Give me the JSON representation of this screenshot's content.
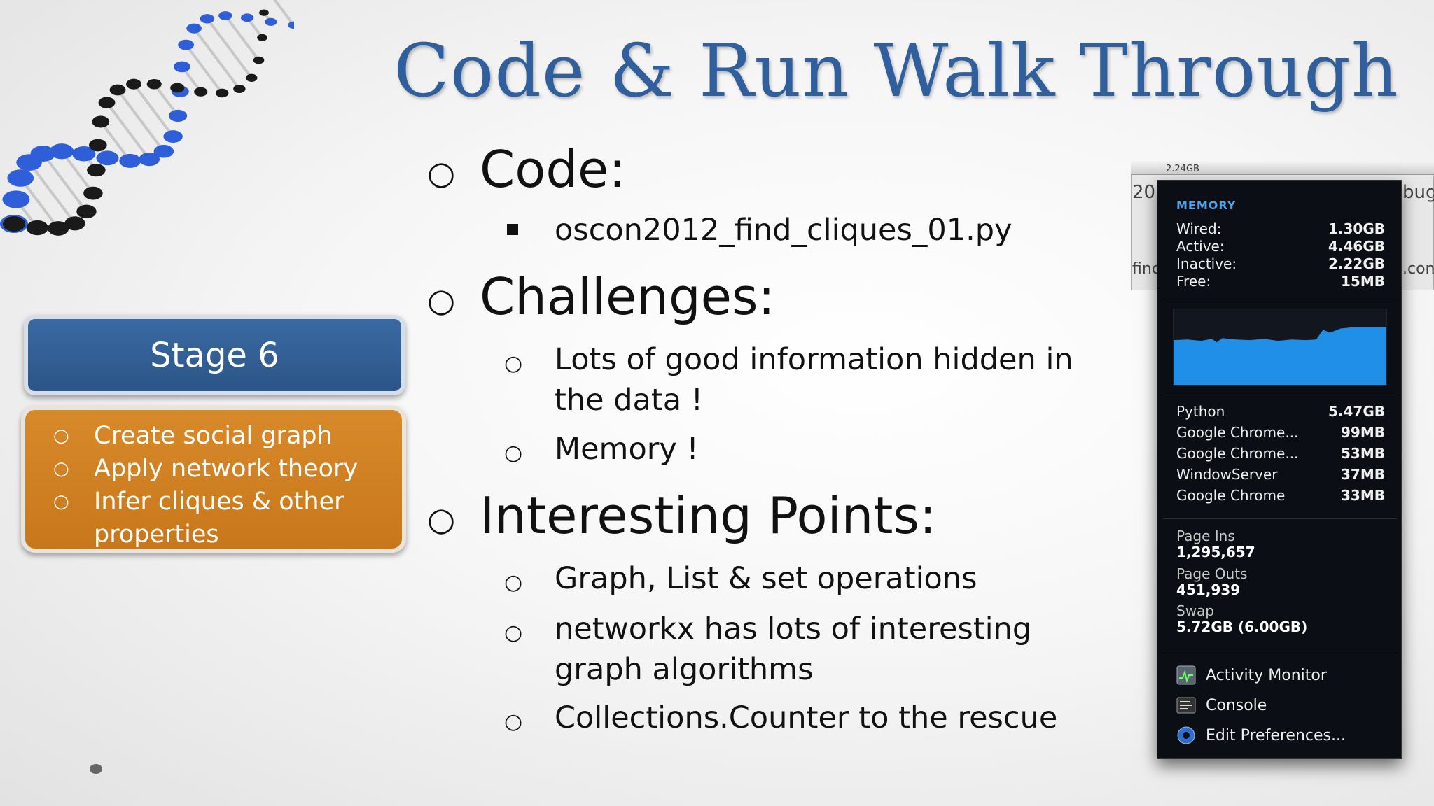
{
  "slide": {
    "title": "Code & Run Walk Through",
    "stage_label": "Stage 6",
    "stage_steps": [
      "Create social graph",
      "Apply network theory",
      "Infer cliques & other properties"
    ],
    "sections": [
      {
        "heading": "Code:",
        "bullet": "○",
        "items": [
          {
            "marker": "square",
            "text": "oscon2012_find_cliques_01.py"
          }
        ]
      },
      {
        "heading": "Challenges:",
        "bullet": "○",
        "items": [
          {
            "marker": "○",
            "text": "Lots of good information hidden in the data !"
          },
          {
            "marker": "○",
            "text": "Memory !"
          }
        ]
      },
      {
        "heading": "Interesting Points:",
        "bullet": "○",
        "items": [
          {
            "marker": "○",
            "text": "Graph, List & set operations"
          },
          {
            "marker": "○",
            "text": "networkx has lots of interesting graph algorithms"
          },
          {
            "marker": "○",
            "text": "Collections.Counter to the rescue"
          }
        ]
      }
    ],
    "step_bullet": "○"
  },
  "background_window": {
    "menubar_text": "2.24GB",
    "left_fragments": [
      "20",
      "finc"
    ],
    "right_fragments": [
      "bug",
      ".con"
    ]
  },
  "memory_panel": {
    "header": "MEMORY",
    "stats": [
      {
        "label": "Wired:",
        "value": "1.30GB"
      },
      {
        "label": "Active:",
        "value": "4.46GB"
      },
      {
        "label": "Inactive:",
        "value": "2.22GB"
      },
      {
        "label": "Free:",
        "value": "15MB"
      }
    ],
    "processes": [
      {
        "name": "Python",
        "value": "5.47GB"
      },
      {
        "name": "Google Chrome...",
        "value": "99MB"
      },
      {
        "name": "Google Chrome...",
        "value": "53MB"
      },
      {
        "name": "WindowServer",
        "value": "37MB"
      },
      {
        "name": "Google Chrome",
        "value": "33MB"
      }
    ],
    "page_ins_label": "Page Ins",
    "page_ins_value": "1,295,657",
    "page_outs_label": "Page Outs",
    "page_outs_value": "451,939",
    "swap_label": "Swap",
    "swap_value": "5.72GB (6.00GB)",
    "menu_items": [
      {
        "label": "Activity Monitor",
        "icon": "activity-monitor-icon"
      },
      {
        "label": "Console",
        "icon": "console-icon"
      },
      {
        "label": "Edit Preferences...",
        "icon": "preferences-icon"
      }
    ],
    "graph_color": "#1f8fe8"
  }
}
